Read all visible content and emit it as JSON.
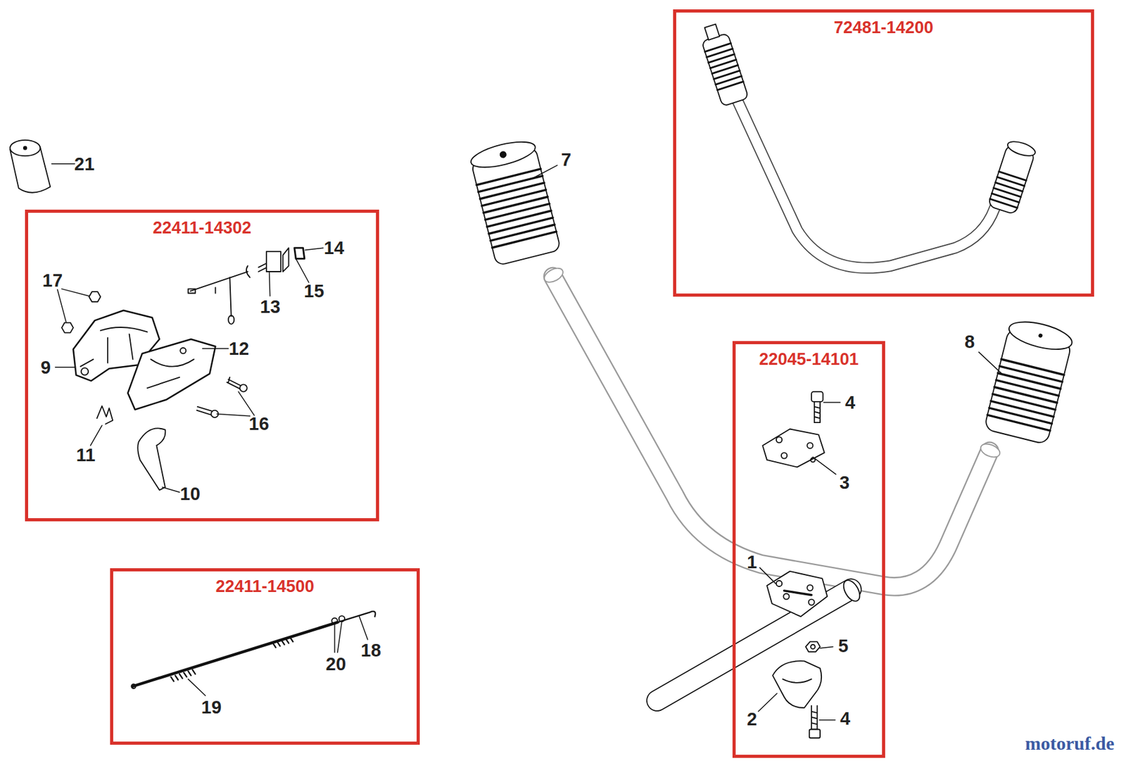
{
  "diagram": {
    "nodes": [
      {
        "text": [
          "72481-14200"
        ]
      },
      {
        "text": [
          "22411-14302"
        ]
      },
      {
        "text": [
          "22045-14101"
        ]
      },
      {
        "text": [
          "22411-14500"
        ]
      }
    ],
    "labels": [
      "21",
      "7",
      "17",
      "14",
      "15",
      "13",
      "12",
      "9",
      "16",
      "11",
      "10",
      "8",
      "4",
      "3",
      "1",
      "5",
      "2",
      "4",
      "20",
      "18",
      "19",
      "motoruf.de"
    ]
  }
}
